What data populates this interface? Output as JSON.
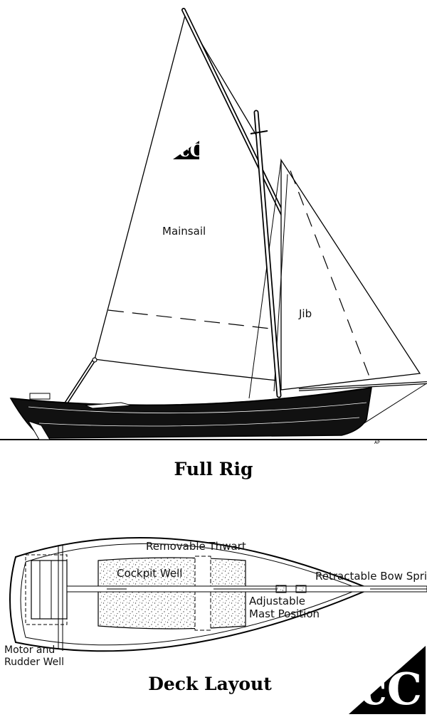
{
  "rig": {
    "mainsail_label": "Mainsail",
    "jib_label": "Jib",
    "title": "Full Rig",
    "logo_text": "cC",
    "artist_initials": "AP"
  },
  "deck": {
    "thwart_label": "Removable Thwart",
    "cockpit_label": "Cockpit Well",
    "bowsprit_label": "Retractable Bow Sprit",
    "mast_label_line1": "Adjustable",
    "mast_label_line2": "Mast Position",
    "motor_label_line1": "Motor and",
    "motor_label_line2": "Rudder Well",
    "title": "Deck Layout"
  },
  "logo": {
    "text": "cC"
  },
  "colors": {
    "ink": "#000000",
    "hull": "#111111",
    "paper": "#ffffff"
  }
}
